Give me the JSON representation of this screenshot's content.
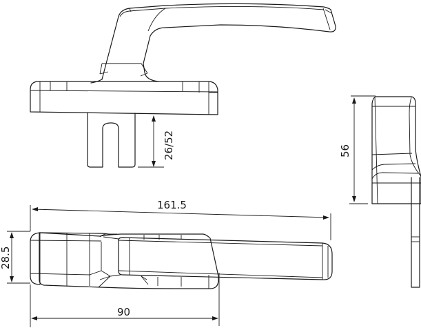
{
  "drawing": {
    "subject": "window handle technical drawing",
    "line_color": "#1a1a1a",
    "background": "#ffffff"
  },
  "dimensions": {
    "spindle_length": "26/52",
    "total_length": "161.5",
    "rose_length": "90",
    "rose_width": "28.5",
    "side_height": "56"
  }
}
